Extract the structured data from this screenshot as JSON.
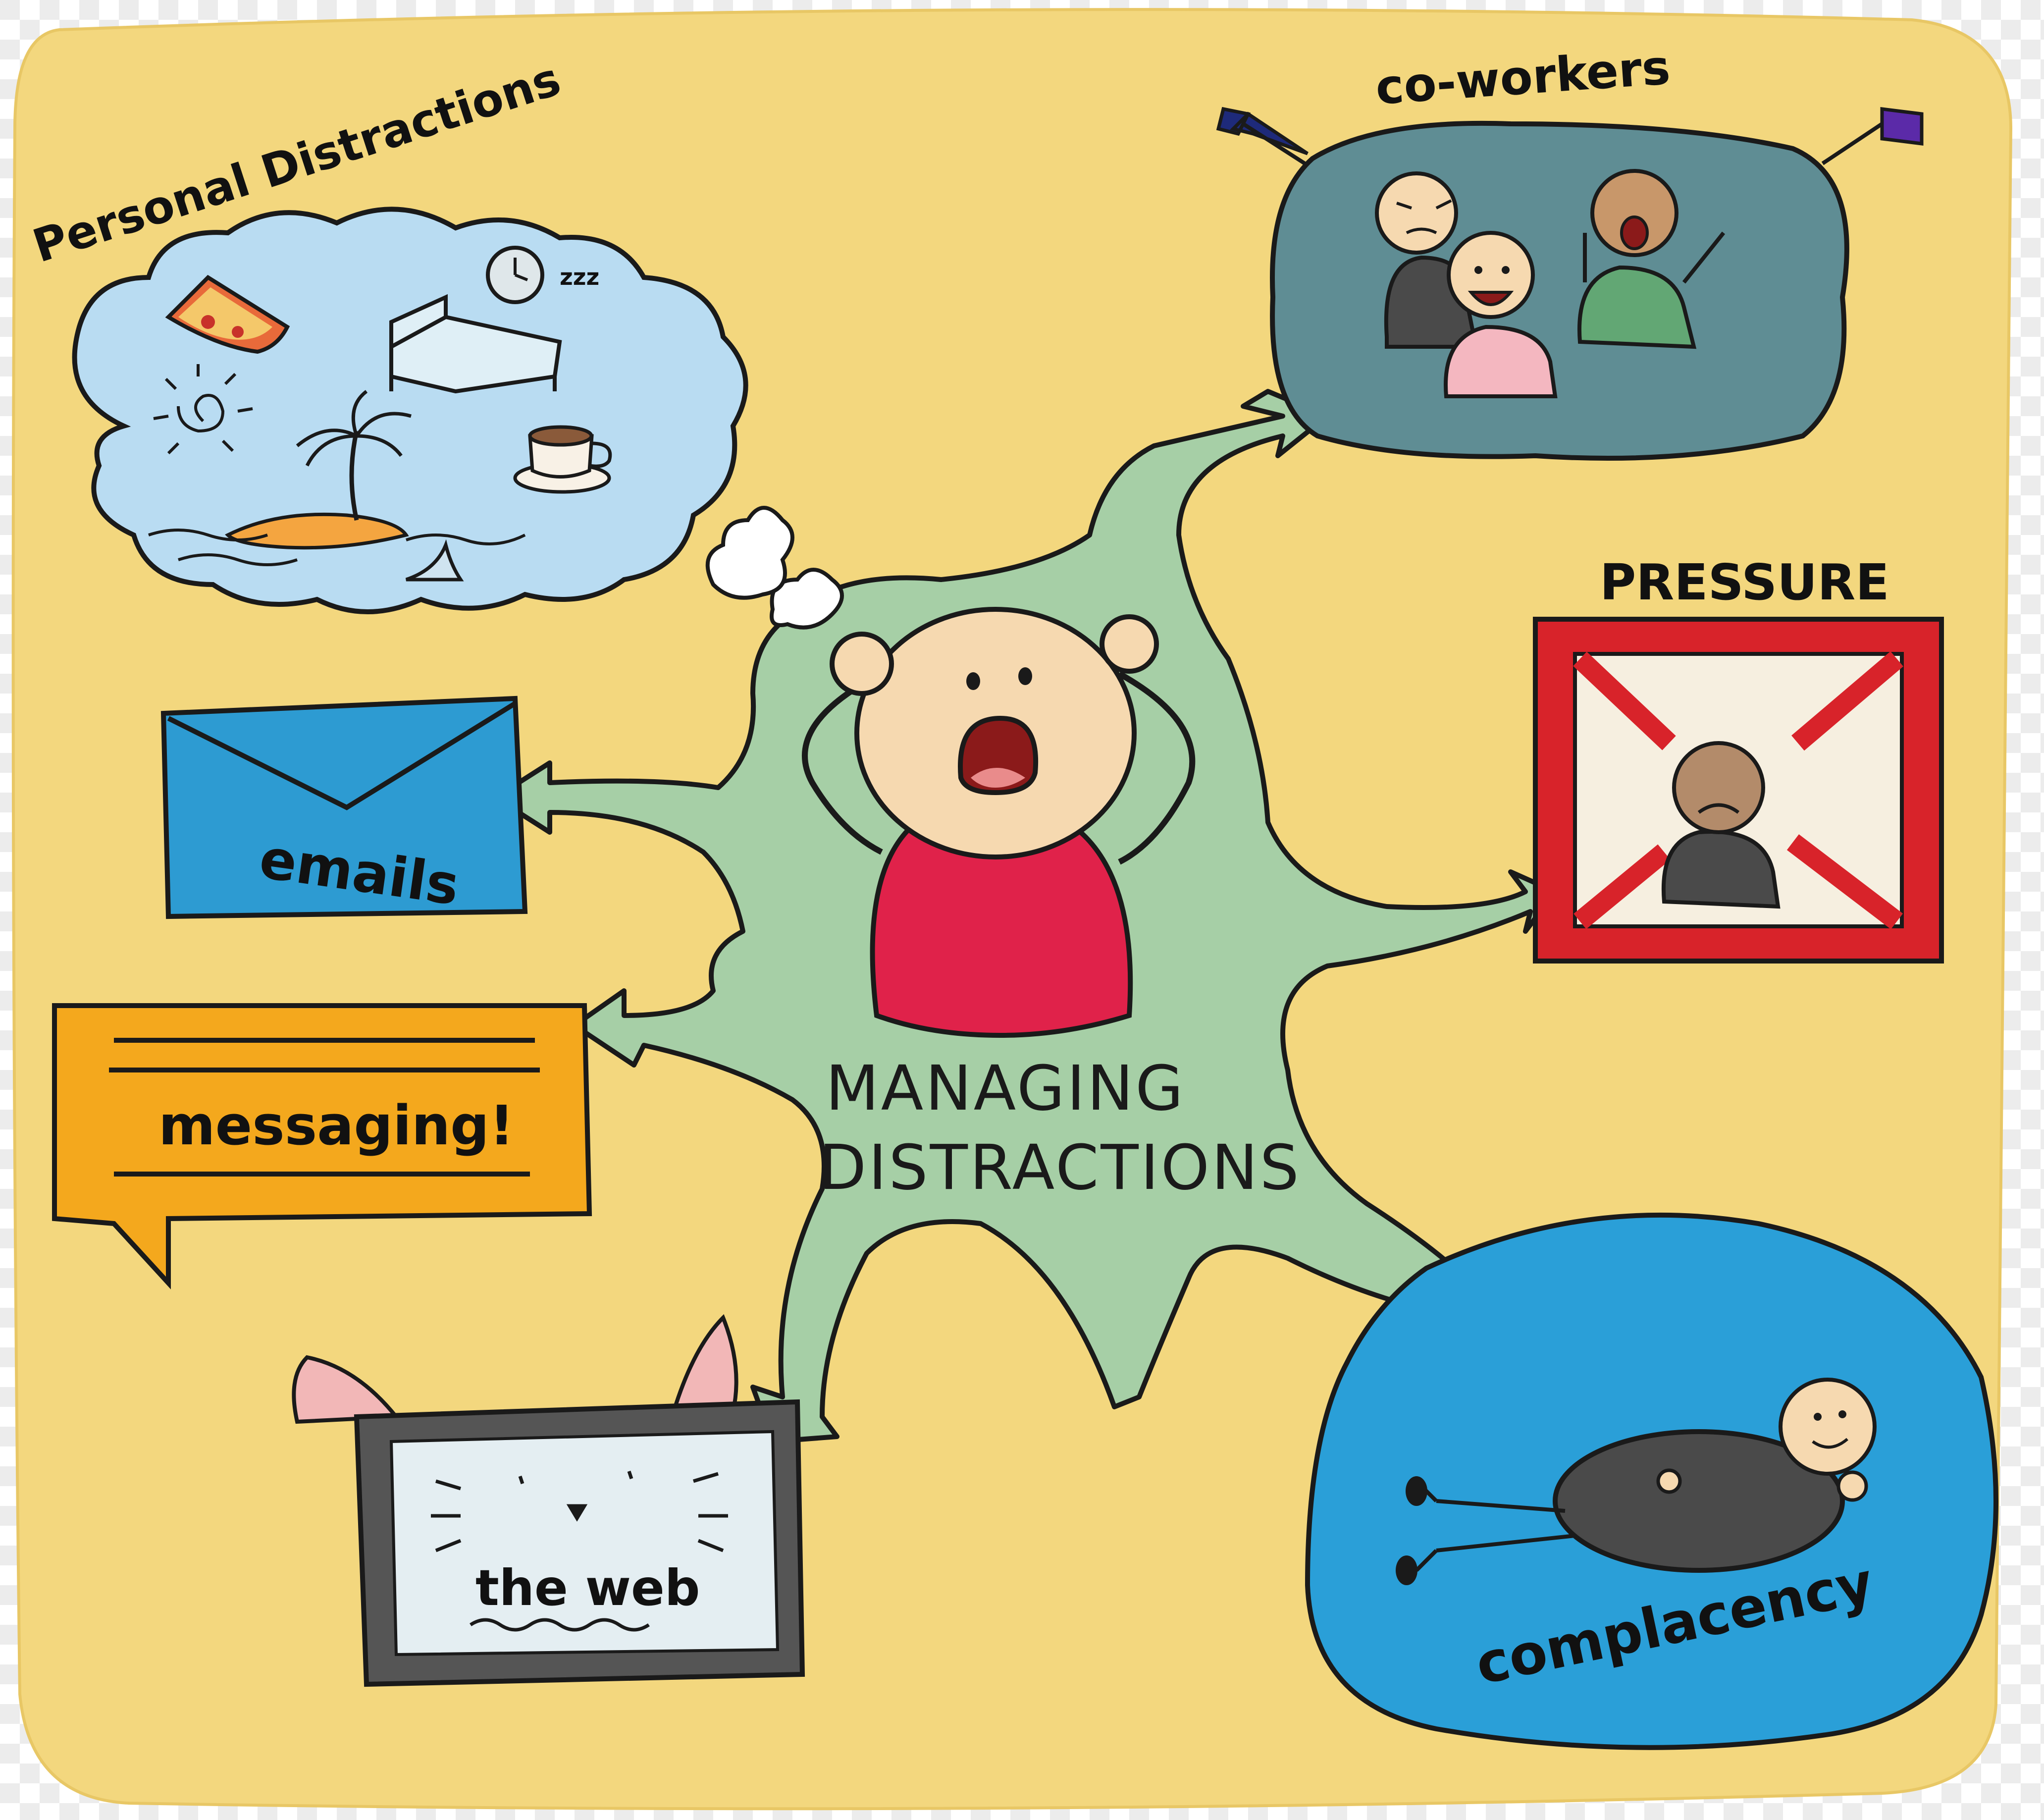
{
  "center": {
    "line1": "MANAGING",
    "line2": "DISTRACTIONS"
  },
  "branches": {
    "personal": {
      "label": "Personal Distractions",
      "sleep_text": "zzz"
    },
    "coworkers": {
      "label": "co-workers"
    },
    "pressure": {
      "label": "PRESSURE"
    },
    "emails": {
      "label": "emails"
    },
    "messaging": {
      "label": "messaging!"
    },
    "web": {
      "label": "the web"
    },
    "complacency": {
      "label": "complacency"
    }
  },
  "colors": {
    "background": "#f3d77e",
    "checker_light": "#ffffff",
    "checker_dark": "#ececec",
    "hub": "#a6cfa6",
    "outline": "#1a1a1a",
    "cloud": "#b9dcf2",
    "coworker_bubble": "#5f8d94",
    "pressure_red": "#d8232a",
    "pressure_bg": "#f6efe0",
    "email": "#2d9bd2",
    "message": "#f4a81d",
    "web_screen": "#e4eef2",
    "web_frame": "#555555",
    "complacency": "#2a9fd8",
    "shirt": "#e0224a",
    "skin": "#f6d9b0"
  },
  "icons": [
    "pizza-icon",
    "bed-icon",
    "clock-icon",
    "coffee-icon",
    "sun-icon",
    "island-icon",
    "shark-fin-icon",
    "envelope-icon",
    "speech-bubble-icon",
    "cat-laptop-icon",
    "flag-icon"
  ]
}
